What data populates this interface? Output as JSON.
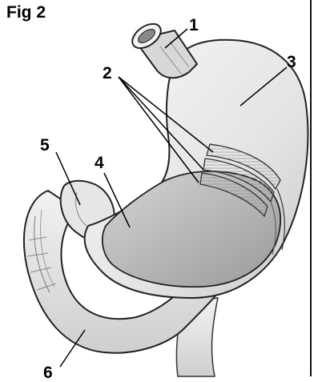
{
  "figure": {
    "title": "Fig 2"
  },
  "labels": [
    {
      "id": "1",
      "text": "1"
    },
    {
      "id": "2",
      "text": "2"
    },
    {
      "id": "3",
      "text": "3"
    },
    {
      "id": "4",
      "text": "4"
    },
    {
      "id": "5",
      "text": "5"
    },
    {
      "id": "6",
      "text": "6"
    }
  ]
}
